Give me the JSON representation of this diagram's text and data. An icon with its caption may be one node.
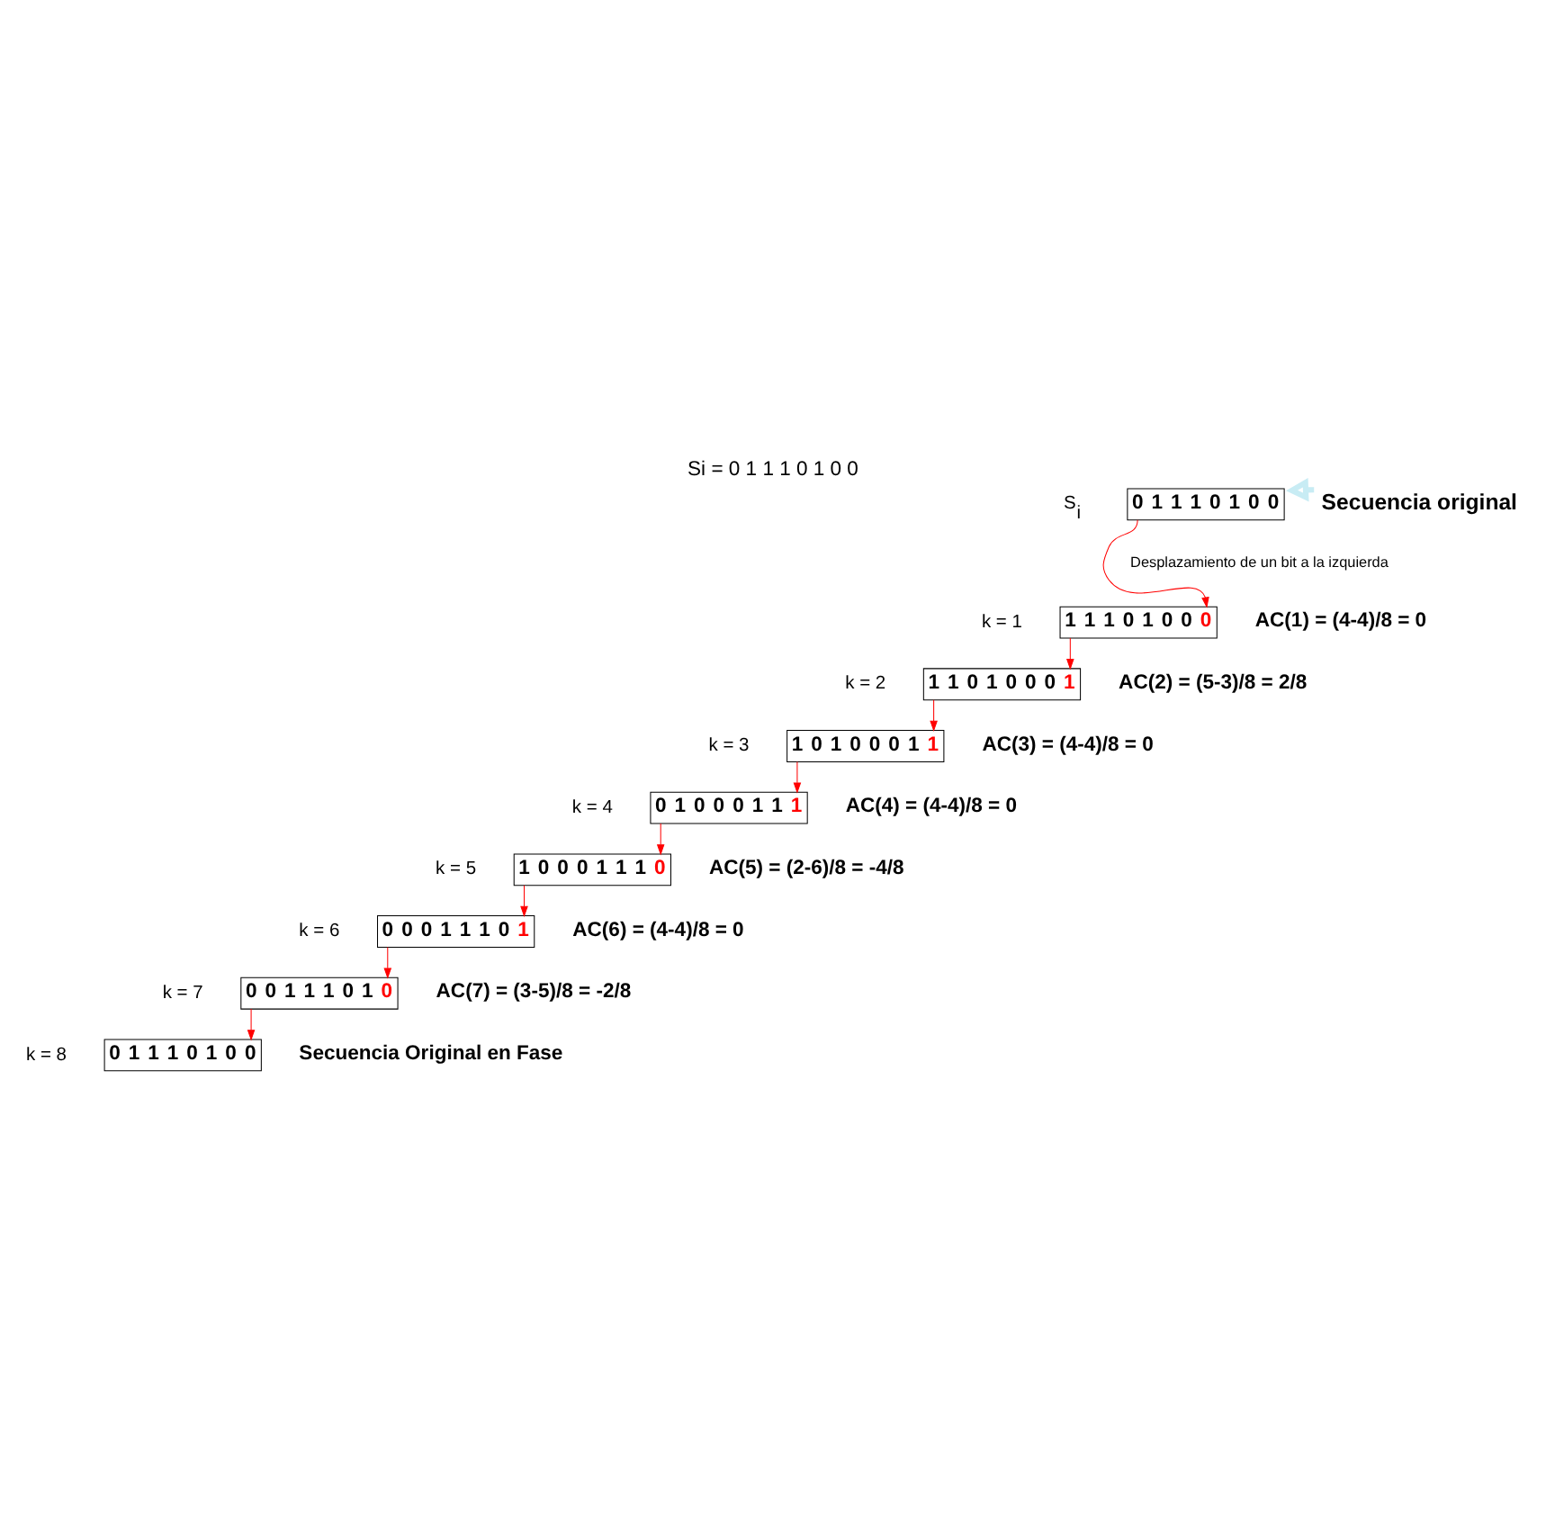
{
  "diagram": {
    "title": "Si = 0 1 1 1 0 1 0 0",
    "nodes": [
      {
        "text": [
          "0 1 1 1 0 1 0 0"
        ],
        "beside": [
          "S$_{i}$"
        ]
      },
      {
        "text": [
          "Secuencia original"
        ]
      },
      {
        "text": [
          "1 1 1 0 1 0 0 0"
        ],
        "beside": [
          "k = 1",
          "AC(1) = (4-4)/8 = 0"
        ]
      },
      {
        "text": [
          "1 1 0 1 0 0 0 1"
        ],
        "beside": [
          "k = 2",
          "AC(2) = (5-3)/8 = 2/8"
        ]
      },
      {
        "text": [
          "1 0 1 0 0 0 1 1"
        ],
        "beside": [
          "k = 3",
          "AC(3) = (4-4)/8 = 0"
        ]
      },
      {
        "text": [
          "0 1 0 0 0 1 1 1"
        ],
        "beside": [
          "k = 4",
          "AC(4) = (4-4)/8 = 0"
        ]
      },
      {
        "text": [
          "1 0 0 0 1 1 1 0"
        ],
        "beside": [
          "k = 5",
          "AC(5) = (2-6)/8 = -4/8"
        ]
      },
      {
        "text": [
          "0 0 0 1 1 1 0 1"
        ],
        "beside": [
          "k = 6",
          "AC(6) = (4-4)/8 = 0"
        ]
      },
      {
        "text": [
          "0 0 1 1 1 0 1 0"
        ],
        "beside": [
          "k = 7",
          "AC(7) = (3-5)/8 = -2/8"
        ]
      },
      {
        "text": [
          "0 1 1 1 0 1 0 0"
        ],
        "beside": [
          "k = 8",
          "Secuencia Original en Fase"
        ]
      }
    ],
    "edges": [
      {
        "from": 1,
        "to": 0,
        "arrow": "to",
        "style": "thick",
        "color": "#c8ecf4"
      },
      {
        "from": 0,
        "to": 2,
        "arrow": "to"
      },
      {
        "from": 2,
        "to": 3,
        "arrow": "to"
      },
      {
        "from": 3,
        "to": 4,
        "arrow": "to"
      },
      {
        "from": 4,
        "to": 5,
        "arrow": "to"
      },
      {
        "from": 5,
        "to": 6,
        "arrow": "to"
      },
      {
        "from": 6,
        "to": 7,
        "arrow": "to"
      },
      {
        "from": 7,
        "to": 8,
        "arrow": "to"
      },
      {
        "from": 8,
        "to": 9,
        "arrow": "to"
      }
    ],
    "labels": [
      "Desplazamiento de un bit a la izquierda"
    ]
  }
}
